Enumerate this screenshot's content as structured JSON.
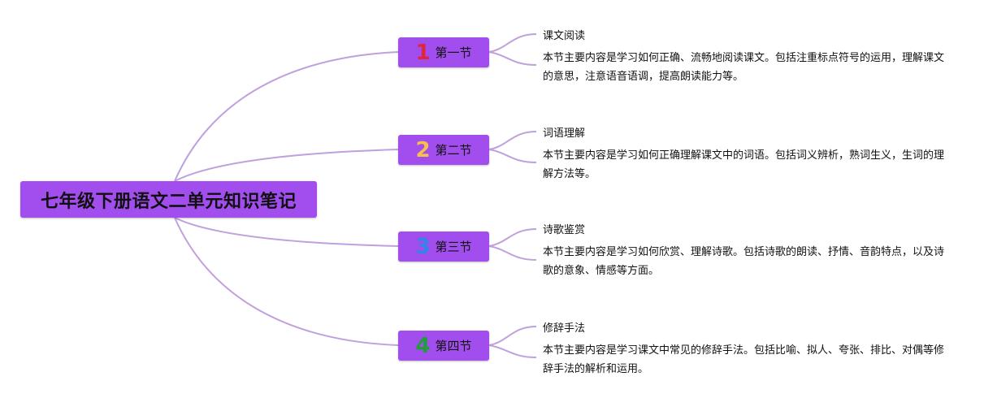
{
  "colors": {
    "node_fill": "#a24ded",
    "connector": "#c0a0dd",
    "text": "#111111"
  },
  "root": {
    "label": "七年级下册语文二单元知识笔记"
  },
  "sections": [
    {
      "number": "1",
      "number_color": "#e0263a",
      "label": "第一节",
      "title": "课文阅读",
      "body": "本节主要内容是学习如何正确、流畅地阅读课文。包括注重标点符号的运用，理解课文的意思，注意语音语调，提高朗读能力等。"
    },
    {
      "number": "2",
      "number_color": "#f5c14a",
      "label": "第二节",
      "title": "词语理解",
      "body": "本节主要内容是学习如何正确理解课文中的词语。包括词义辨析，熟词生义，生词的理解方法等。"
    },
    {
      "number": "3",
      "number_color": "#2f86e8",
      "label": "第三节",
      "title": "诗歌鉴赏",
      "body": "本节主要内容是学习如何欣赏、理解诗歌。包括诗歌的朗读、抒情、音韵特点，以及诗歌的意象、情感等方面。"
    },
    {
      "number": "4",
      "number_color": "#1f9e3a",
      "label": "第四节",
      "title": "修辞手法",
      "body": "本节主要内容是学习课文中常见的修辞手法。包括比喻、拟人、夸张、排比、对偶等修辞手法的解析和运用。"
    }
  ]
}
